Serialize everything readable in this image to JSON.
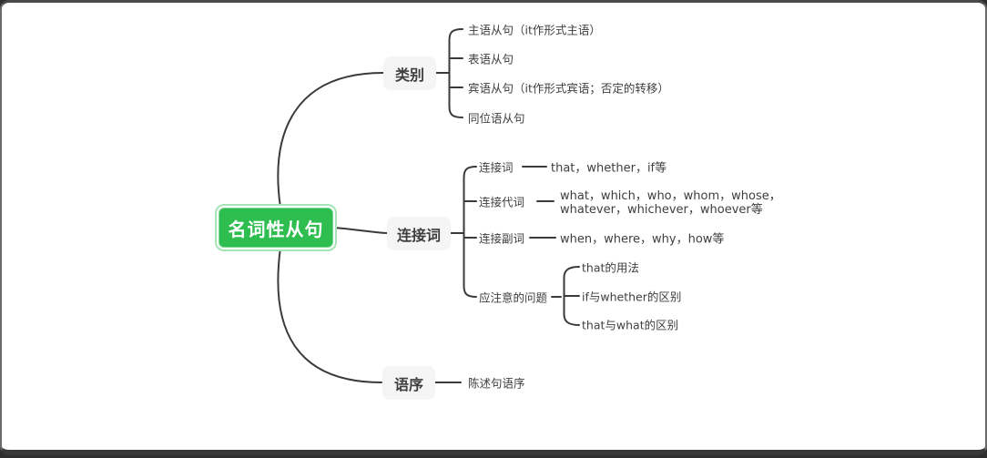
{
  "root": {
    "label": "名词性从句"
  },
  "branches": [
    {
      "label": "类别",
      "children": [
        {
          "text": "主语从句（it作形式主语）"
        },
        {
          "text": "表语从句"
        },
        {
          "text": "宾语从句（it作形式宾语；否定的转移）"
        },
        {
          "text": "同位语从句"
        }
      ]
    },
    {
      "label": "连接词",
      "children": [
        {
          "label": "连接词",
          "text": "that，whether，if等"
        },
        {
          "label": "连接代词",
          "text": "what，which，who，whom，whose，whatever，whichever，whoever等"
        },
        {
          "label": "连接副词",
          "text": "when，where，why，how等"
        },
        {
          "label": "应注意的问题",
          "children": [
            {
              "text": "that的用法"
            },
            {
              "text": "if与whether的区别"
            },
            {
              "text": "that与what的区别"
            }
          ]
        }
      ]
    },
    {
      "label": "语序",
      "children": [
        {
          "text": "陈述句语序"
        }
      ]
    }
  ],
  "colors": {
    "root_bg": "#2ebd4f",
    "root_text": "#ffffff",
    "branch_bg": "#f5f5f5",
    "line": "#3a3a3a",
    "text": "#3e3e3e"
  }
}
